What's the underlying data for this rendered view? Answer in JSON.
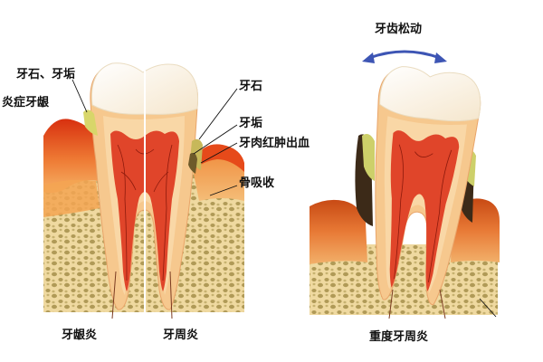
{
  "labels": {
    "calculus_plaque": "牙石、牙垢",
    "gingival_inflammation": "炎症牙龈",
    "calculus": "牙石",
    "plaque": "牙垢",
    "gum_bleeding": "牙肉红肿出血",
    "bone_resorption": "骨吸收",
    "gingivitis": "牙龈炎",
    "periodontitis": "牙周炎",
    "tooth_mobility": "牙齿松动",
    "severe_periodontitis": "重度牙周炎"
  },
  "colors": {
    "enamel": "#fbf1df",
    "dentin": "#f6c88e",
    "pulp": "#e0452a",
    "bone_base": "#efd9a0",
    "bone_hole": "#b09a57",
    "gum_red": "#e64a1a",
    "gum_orange": "#f3a552",
    "calculus_yellow": "#d8d66a",
    "root_line": "#7a3a20",
    "mobility_arrow": "#3d55b4"
  }
}
